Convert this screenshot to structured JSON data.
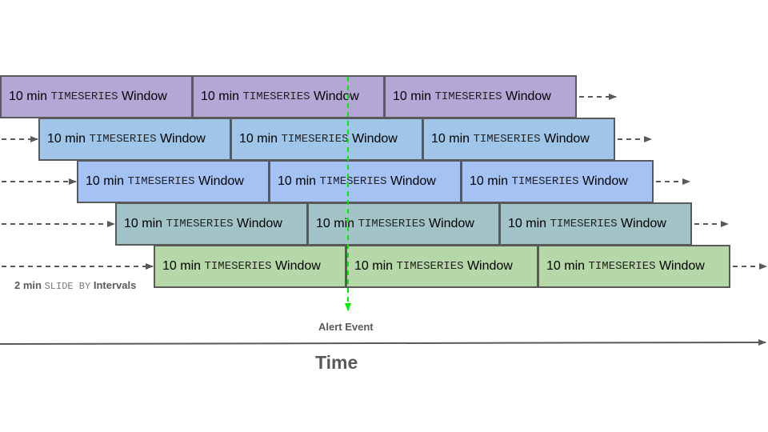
{
  "window": {
    "prefix": "10 min",
    "keyword": "TIMESERIES",
    "suffix": "Window"
  },
  "slide_label": {
    "prefix": "2 min",
    "keyword": "SLIDE BY",
    "suffix": "Intervals"
  },
  "alert_label": "Alert Event",
  "time_label": "Time",
  "colors": {
    "row1": "#b4a7d6",
    "row2": "#9fc5e8",
    "row3": "#a4c2f4",
    "row4": "#a2c4c9",
    "row5": "#b6d7a8",
    "border": "#595959",
    "arrow": "#595959",
    "alert_line": "#00ff00"
  }
}
